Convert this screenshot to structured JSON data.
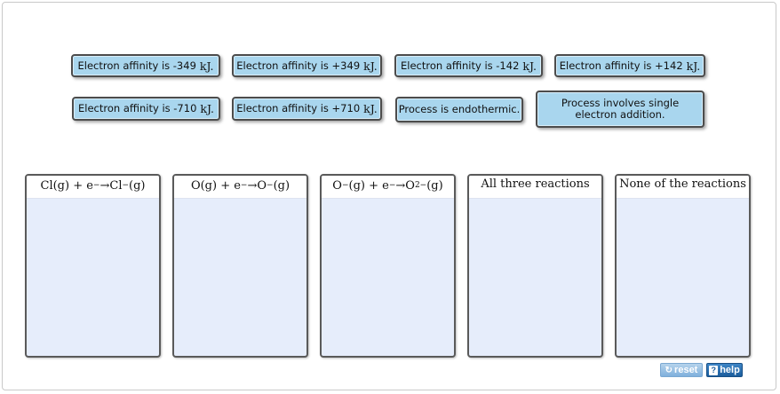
{
  "tiles": [
    {
      "text": "Electron affinity is -349",
      "unit": "kJ."
    },
    {
      "text": "Electron affinity is +349",
      "unit": "kJ."
    },
    {
      "text": "Electron affinity is -142",
      "unit": "kJ."
    },
    {
      "text": "Electron affinity is +142",
      "unit": "kJ."
    },
    {
      "text": "Electron affinity is -710",
      "unit": "kJ."
    },
    {
      "text": "Electron affinity is +710",
      "unit": "kJ."
    },
    {
      "text": "Process is endothermic.",
      "unit": ""
    },
    {
      "text": "Process involves single electron addition.",
      "unit": ""
    }
  ],
  "bins": [
    {
      "a": "Cl(g) + e",
      "a_sup": "−",
      "arrow": " → ",
      "b": "Cl",
      "b_sup": "−",
      "c": "(g)"
    },
    {
      "a": "O(g) + e",
      "a_sup": "−",
      "arrow": " → ",
      "b": "O",
      "b_sup": "−",
      "c": "(g)"
    },
    {
      "pre": "O",
      "pre_sup": "−",
      "a": "(g) + e",
      "a_sup": "−",
      "arrow": " → ",
      "b": "O",
      "b_sup": "2−",
      "c": "(g)"
    },
    {
      "label": "All three reactions"
    },
    {
      "label": "None of the reactions"
    }
  ],
  "buttons": {
    "reset": "reset",
    "help": "help"
  }
}
